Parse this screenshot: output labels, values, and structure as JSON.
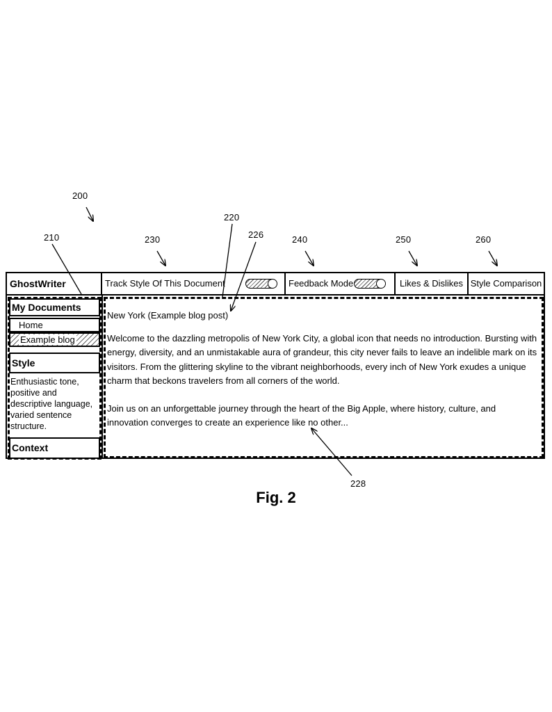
{
  "refs": {
    "r200": "200",
    "r210": "210",
    "r220": "220",
    "r226": "226",
    "r228": "228",
    "r230": "230",
    "r240": "240",
    "r250": "250",
    "r260": "260"
  },
  "app": {
    "title": "GhostWriter",
    "track_style_label": "Track Style Of This Document",
    "feedback_mode_label": "Feedback Mode",
    "likes_dislikes_label": "Likes & Dislikes",
    "style_comparison_label": "Style Comparison"
  },
  "sidebar": {
    "my_documents": "My Documents",
    "items": [
      "Home",
      "Example blog"
    ],
    "style_heading": "Style",
    "style_text": "Enthusiastic tone, positive and descriptive language, varied sentence structure.",
    "context_heading": "Context"
  },
  "document": {
    "title": "New York (Example blog post)",
    "paragraphs": [
      "Welcome to the dazzling metropolis of New York City, a global icon that needs no introduction.  Bursting with energy, diversity, and an unmistakable aura of grandeur, this city never fails to leave an indelible mark on its visitors.  From the glittering skyline to the vibrant neighborhoods, every inch of New York exudes a unique charm that beckons travelers from all corners of the world.",
      "Join us on an unforgettable journey through the heart of the Big Apple, where history, culture, and innovation converges to create an experience like no other..."
    ]
  },
  "caption": "Fig. 2"
}
